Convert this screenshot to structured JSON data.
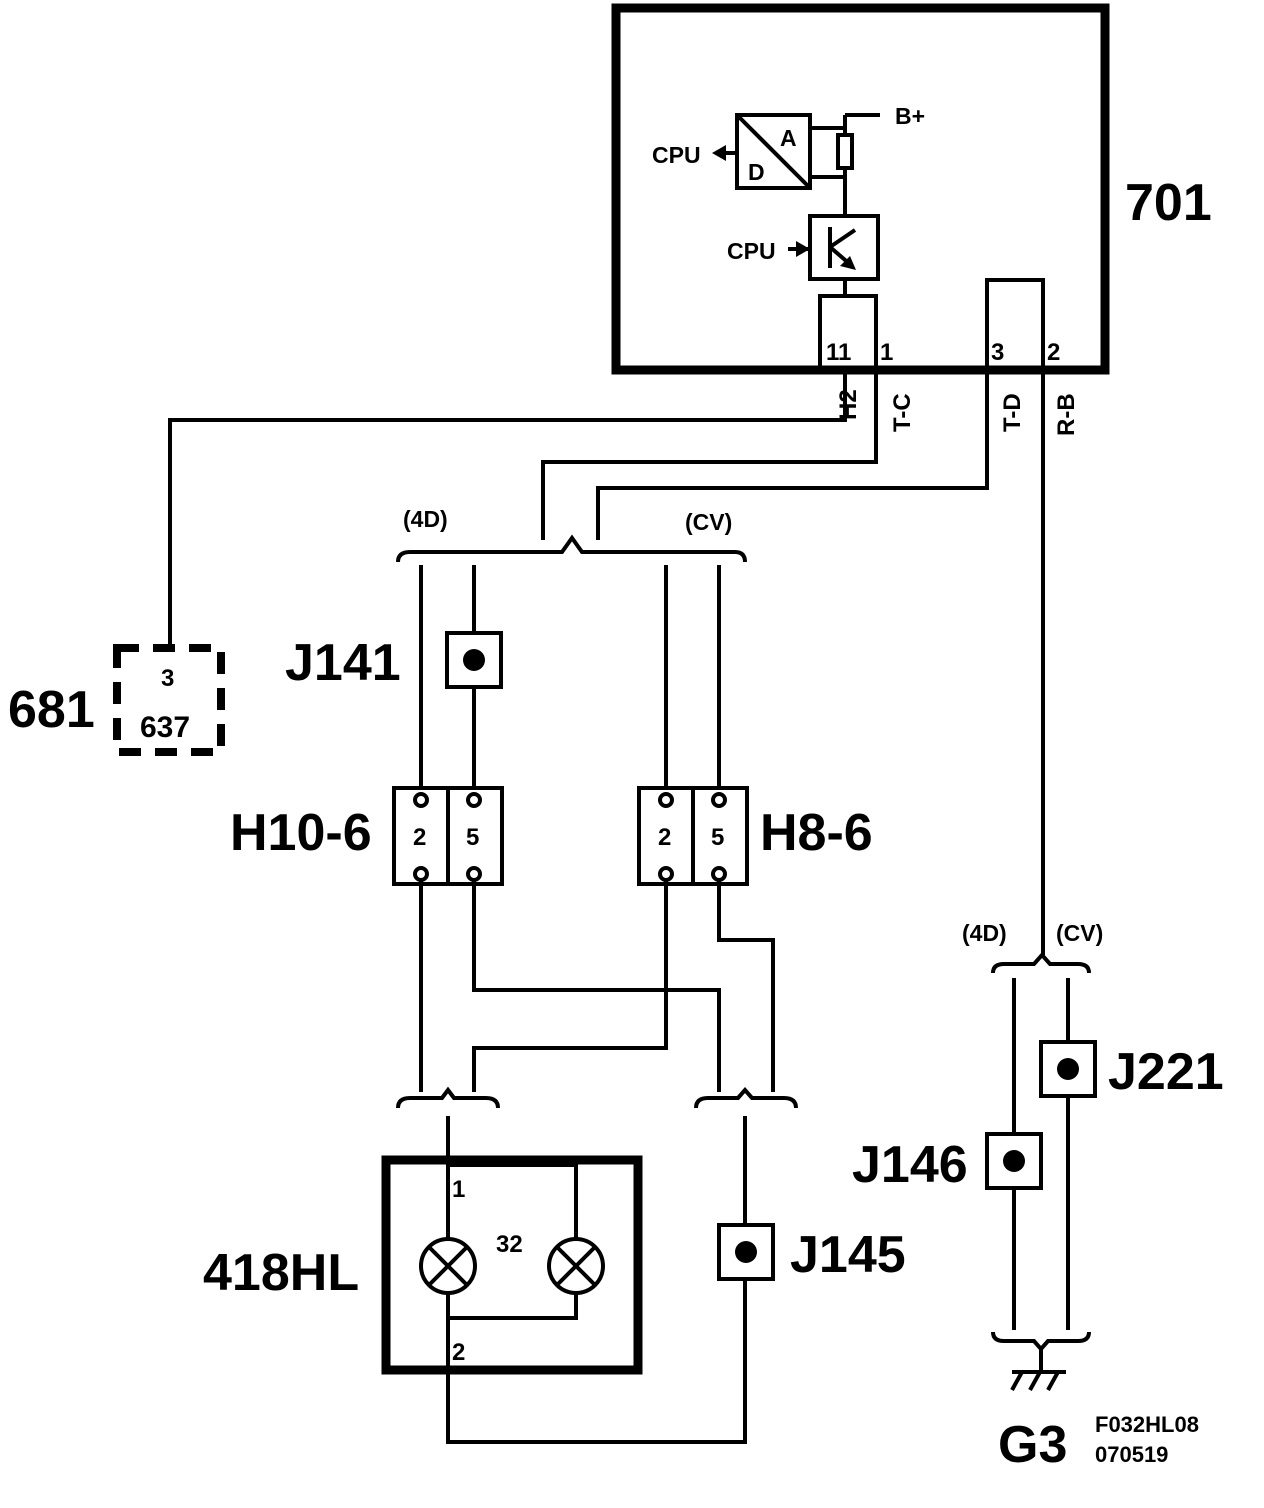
{
  "ecu": {
    "id": "701",
    "cpu_in_label": "CPU",
    "cpu_out_label": "CPU",
    "adc_a": "A",
    "adc_d": "D",
    "supply": "B+",
    "pins": [
      "11",
      "1",
      "3",
      "2"
    ],
    "wires": [
      "H2",
      "T-C",
      "T-D",
      "R-B"
    ]
  },
  "module681": {
    "id": "681",
    "pin": "3",
    "code": "637"
  },
  "variants": {
    "four_door": "(4D)",
    "convertible": "(CV)"
  },
  "connectors": {
    "h10": "H10-6",
    "h8": "H8-6",
    "pin_a": "2",
    "pin_b": "5"
  },
  "splices": {
    "j141": "J141",
    "j145": "J145",
    "j146": "J146",
    "j221": "J221"
  },
  "lamp": {
    "id": "418HL",
    "pin1": "1",
    "pin2": "2",
    "rating": "32"
  },
  "ground": {
    "id": "G3"
  },
  "reference": {
    "code": "F032HL08",
    "date": "070519"
  }
}
